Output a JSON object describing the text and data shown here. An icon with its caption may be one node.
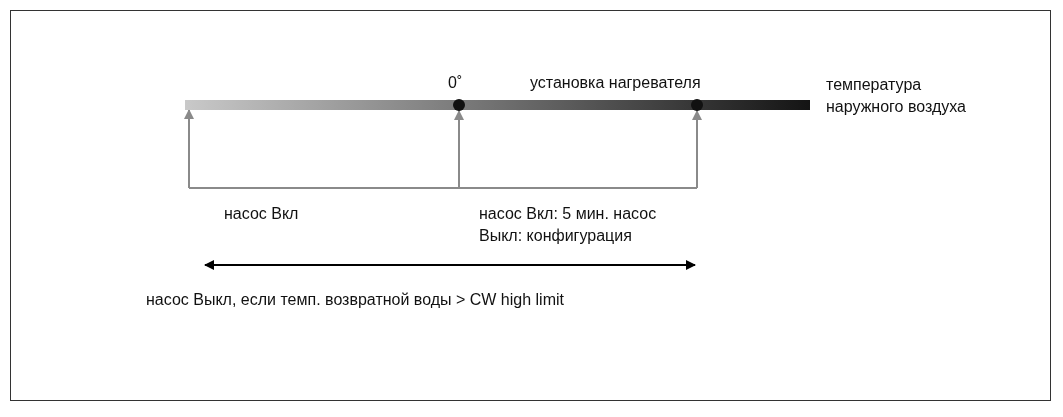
{
  "diagram": {
    "nodes": [
      {
        "text": [],
        "shape": "bar",
        "beside": [
          "температура наружного воздуха"
        ]
      },
      {
        "text": [],
        "shape": "circle",
        "beside": [
          "0˚"
        ],
        "in": 0
      },
      {
        "text": [],
        "shape": "circle",
        "beside": [
          "установка нагревателя"
        ],
        "in": 0
      }
    ],
    "edges": [
      {
        "from": null,
        "to": 0,
        "arrow": "to"
      },
      {
        "from": null,
        "to": 1,
        "arrow": "to"
      },
      {
        "from": null,
        "to": 2,
        "arrow": "to"
      }
    ],
    "labels": [
      "насос Вкл",
      "насос Вкл: 5 мин. насос Выкл: конфигурация",
      "насос Выкл, если темп. возвратной воды > CW high limit"
    ]
  }
}
